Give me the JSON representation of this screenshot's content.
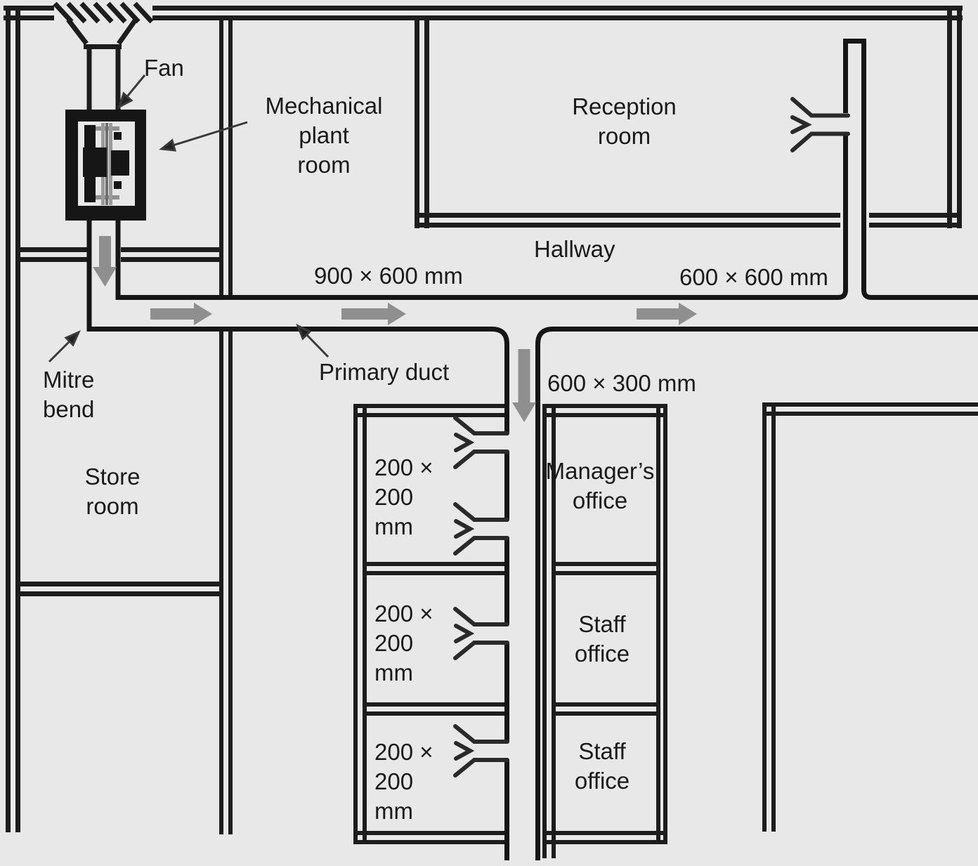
{
  "colors": {
    "background": "#e8e8e8",
    "line": "#1a1a1a",
    "flow_arrow": "#8f8f8f",
    "text": "#1a1a1a"
  },
  "icons": {
    "fan": "fan-unit",
    "intake": "air-intake-louvre",
    "grille": "supply-grille",
    "arrow": "flow-arrow"
  },
  "labels": {
    "fan": "Fan",
    "mechanical_plant_room": "Mechanical\nplant\nroom",
    "reception_room": "Reception\nroom",
    "hallway": "Hallway",
    "store_room": "Store\nroom",
    "managers_office": "Manager’s\noffice",
    "staff_office_1": "Staff\noffice",
    "staff_office_2": "Staff\noffice",
    "mitre_bend": "Mitre\nbend",
    "primary_duct": "Primary duct"
  },
  "duct_sizes": {
    "primary": "900 × 600 mm",
    "hallway_east": "600 × 600 mm",
    "branch_down": "600 × 300 mm",
    "room_branch_1": "200 ×\n200\nmm",
    "room_branch_2": "200 ×\n200\nmm",
    "room_branch_3": "200 ×\n200\nmm"
  }
}
